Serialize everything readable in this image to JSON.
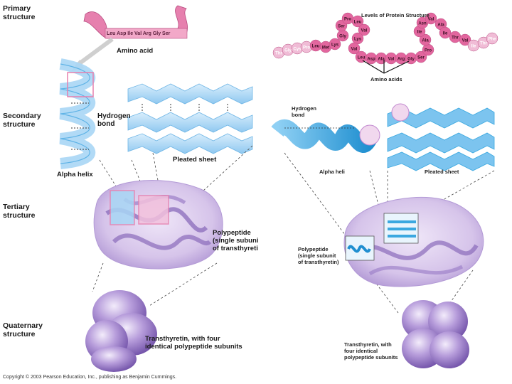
{
  "left_panel": {
    "level_labels": {
      "primary": [
        "Primary",
        "structure"
      ],
      "secondary": [
        "Secondary",
        "structure"
      ],
      "tertiary": [
        "Tertiary",
        "structure"
      ],
      "quaternary": [
        "Quaternary",
        "structure"
      ]
    },
    "ribbon_sequence": "Leu Asp Ile Val Arg Gly Ser",
    "amino_acid_label": "Amino acid",
    "hydrogen_bond_label": [
      "Hydrogen",
      "bond"
    ],
    "alpha_helix_label": "Alpha helix",
    "pleated_sheet_label": "Pleated sheet",
    "polypeptide_label": [
      "Polypeptide",
      "(single subuni",
      "of transthyreti"
    ],
    "transthyretin_label": [
      "Transthyretin, with four",
      "identical polypeptide subunits"
    ],
    "copyright": "Copyright © 2003 Pearson Education, Inc., publishing as Benjamin Cummings."
  },
  "right_panel": {
    "title": "Levels of Protein Structure",
    "bead_chain": [
      "Thr",
      "Gly",
      "Cys",
      "Pro",
      "Leu",
      "Met",
      "Lys",
      "Gly",
      "Ser",
      "Pro",
      "Leu",
      "Val",
      "Lys",
      "Val",
      "Leu",
      "Asp",
      "Ala",
      "Val",
      "Arg",
      "Gly",
      "Ser",
      "Pro",
      "Ala",
      "Ile",
      "Asn",
      "Val",
      "Ala",
      "Ile",
      "Thr",
      "Val",
      "Ile",
      "Thr",
      "Phe"
    ],
    "amino_acids_label": "Amino acids",
    "hydrogen_bond_label": [
      "Hydrogen",
      "bond"
    ],
    "alpha_helix_label": "Alpha heli",
    "pleated_sheet_label": "Pleated sheet",
    "polypeptide_label": [
      "Polypeptide",
      "(single subunit",
      "of transthyretin)"
    ],
    "transthyretin_label": [
      "Transthyretin, with",
      "four identical",
      "polypeptide subunits"
    ]
  },
  "colors": {
    "ribbon_pink": "#e0609a",
    "bead_pink": "#e2669e",
    "helix_blue": "#3ba8e0",
    "sheet_blue": "#a8d6f5",
    "purple_blob": "#c9b2e0",
    "purple_dark": "#8a6bbb"
  }
}
